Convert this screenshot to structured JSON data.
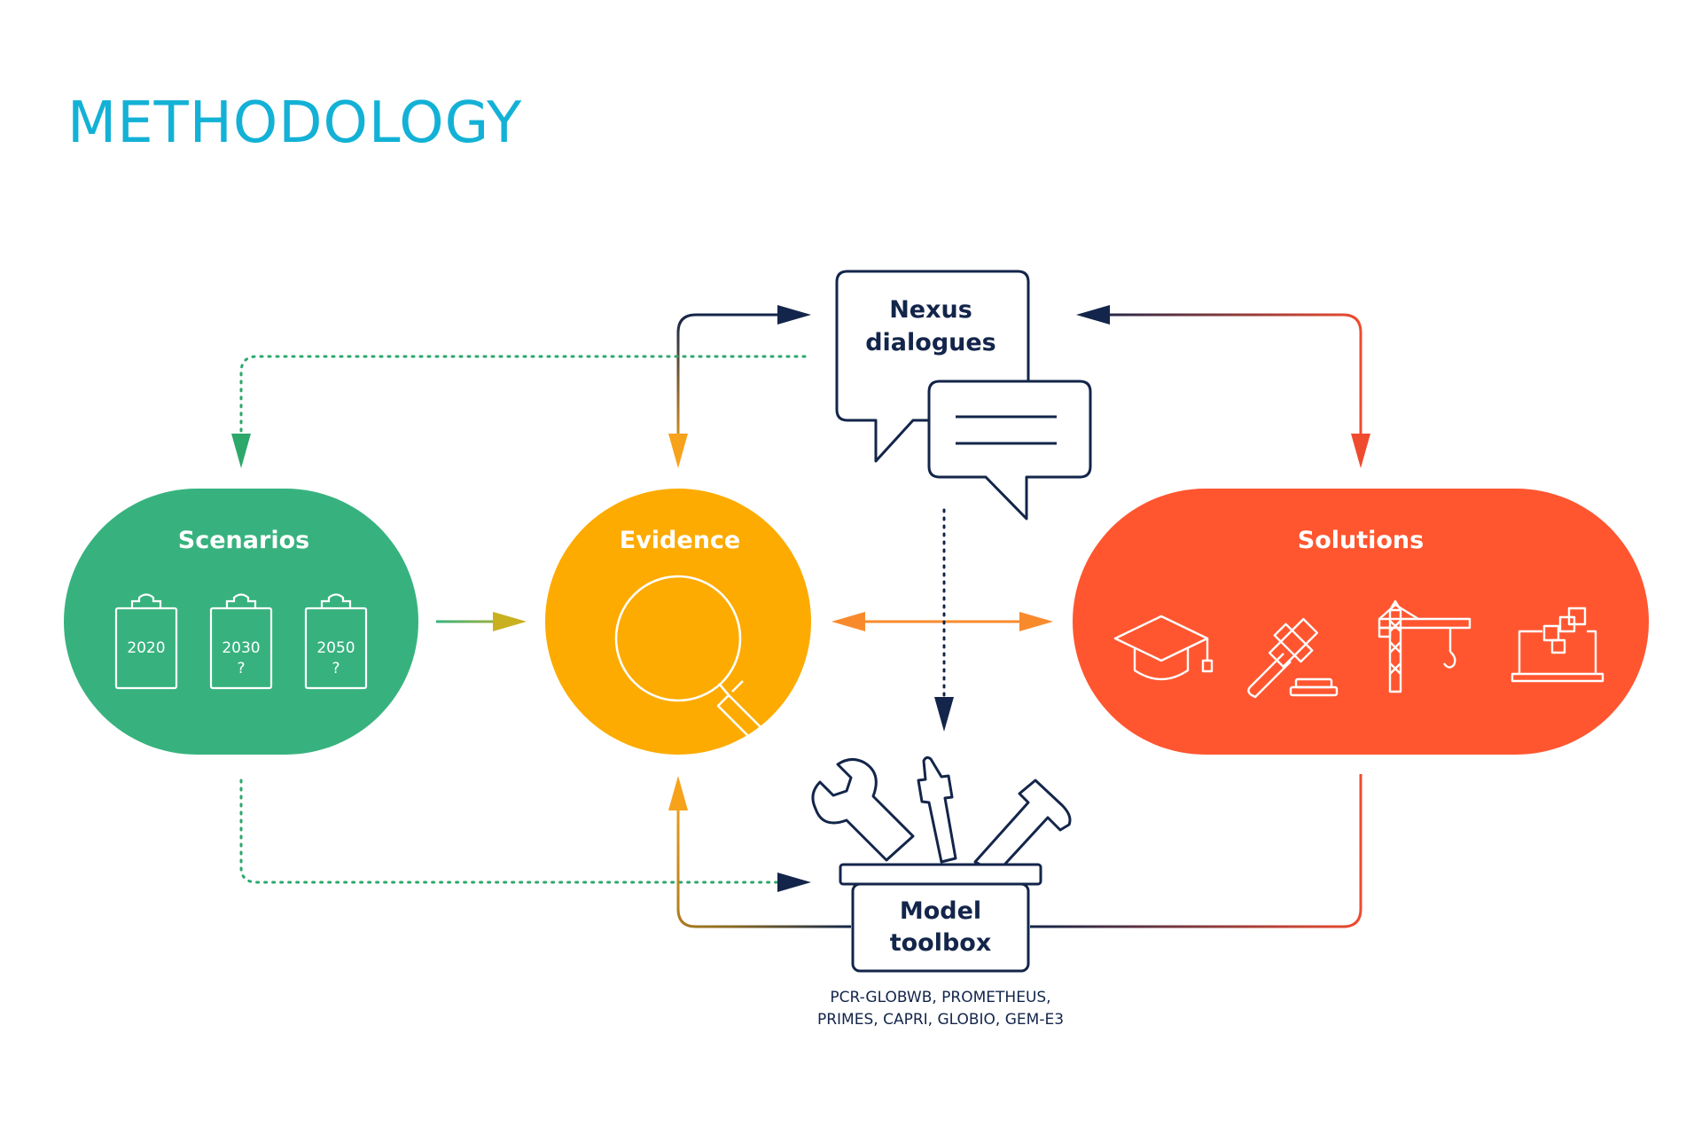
{
  "title": "METHODOLOGY",
  "nodes": {
    "scenarios": {
      "label": "Scenarios",
      "years": [
        "2020",
        "2030",
        "2050"
      ],
      "year_marks": [
        "",
        "?",
        "?"
      ]
    },
    "evidence": {
      "label": "Evidence"
    },
    "solutions": {
      "label": "Solutions",
      "icons": [
        "graduation-cap-icon",
        "gavel-icon",
        "crane-icon",
        "laptop-blocks-icon"
      ]
    },
    "nexus": {
      "label_line1": "Nexus",
      "label_line2": "dialogues"
    },
    "toolbox": {
      "label_line1": "Model",
      "label_line2": "toolbox",
      "models_line1": "PCR-GLOBWB, PROMETHEUS,",
      "models_line2": "PRIMES, CAPRI, GLOBIO, GEM-E3"
    }
  },
  "colors": {
    "title": "#13b1d6",
    "scenarios": "#37b27e",
    "evidence": "#fdab00",
    "solutions": "#ff5630",
    "navy": "#13254a",
    "evidence_arrow": "#f7a21b",
    "scenario_arrow": "#2ca86b",
    "evsol_arrow": "#f98a2c",
    "solutions_arrow": "#ef4b2e"
  }
}
